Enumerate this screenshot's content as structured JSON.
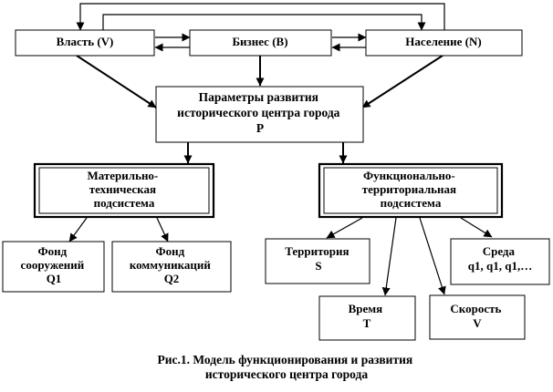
{
  "nodes": {
    "vlast": {
      "lines": [
        "Власть (V)"
      ]
    },
    "biznes": {
      "lines": [
        "Бизнес (B)"
      ]
    },
    "naselenie": {
      "lines": [
        "Население (N)"
      ]
    },
    "parametry": {
      "lines": [
        "Параметры развития",
        "исторического центра города",
        "P"
      ]
    },
    "material": {
      "lines": [
        "Материльно-",
        "техническая",
        "подсистема"
      ]
    },
    "functional": {
      "lines": [
        "Функционально-",
        "территориальная",
        "подсистема"
      ]
    },
    "fond_q1": {
      "lines": [
        "Фонд",
        "сооружений",
        "Q1"
      ]
    },
    "fond_q2": {
      "lines": [
        "Фонд",
        "коммуникаций",
        "Q2"
      ]
    },
    "territoria": {
      "lines": [
        "Территория",
        "S"
      ]
    },
    "sreda": {
      "lines": [
        "Среда",
        "q1, q1, q1,…"
      ]
    },
    "vremya": {
      "lines": [
        "Время",
        "T"
      ]
    },
    "skorost": {
      "lines": [
        "Скорость",
        "V"
      ]
    }
  },
  "caption": {
    "lines": [
      "Рис.1. Модель функционирования и развития",
      "исторического центра города"
    ]
  }
}
